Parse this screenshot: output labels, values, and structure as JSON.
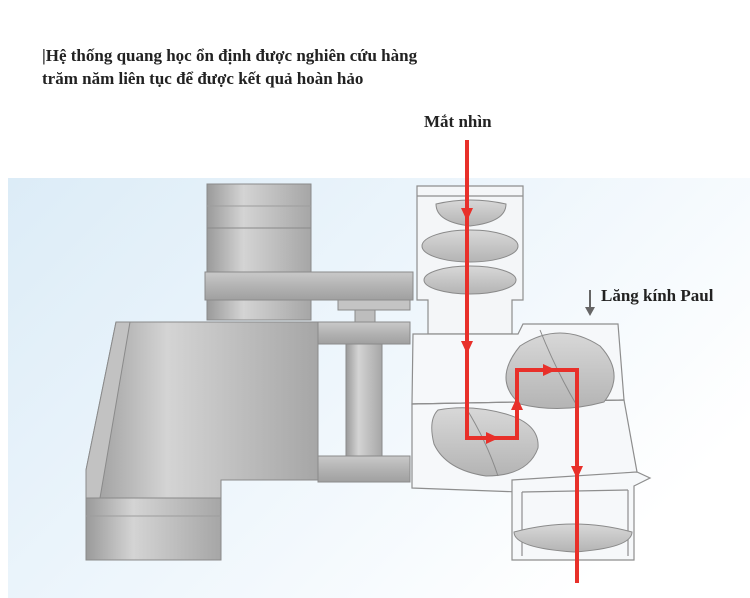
{
  "caption": "|Hệ thống quang học ổn định được nghiên cứu hàng trăm năm liên tục để được kết quả hoàn hảo",
  "labels": {
    "eye": "Mắt nhìn",
    "paul_prism": "Lăng kính Paul"
  },
  "colors": {
    "light_path": "#e8302a",
    "body_fill": "#b9b9b9",
    "lens_fill": "#c8c8c8",
    "background": "#e6f1f9"
  }
}
